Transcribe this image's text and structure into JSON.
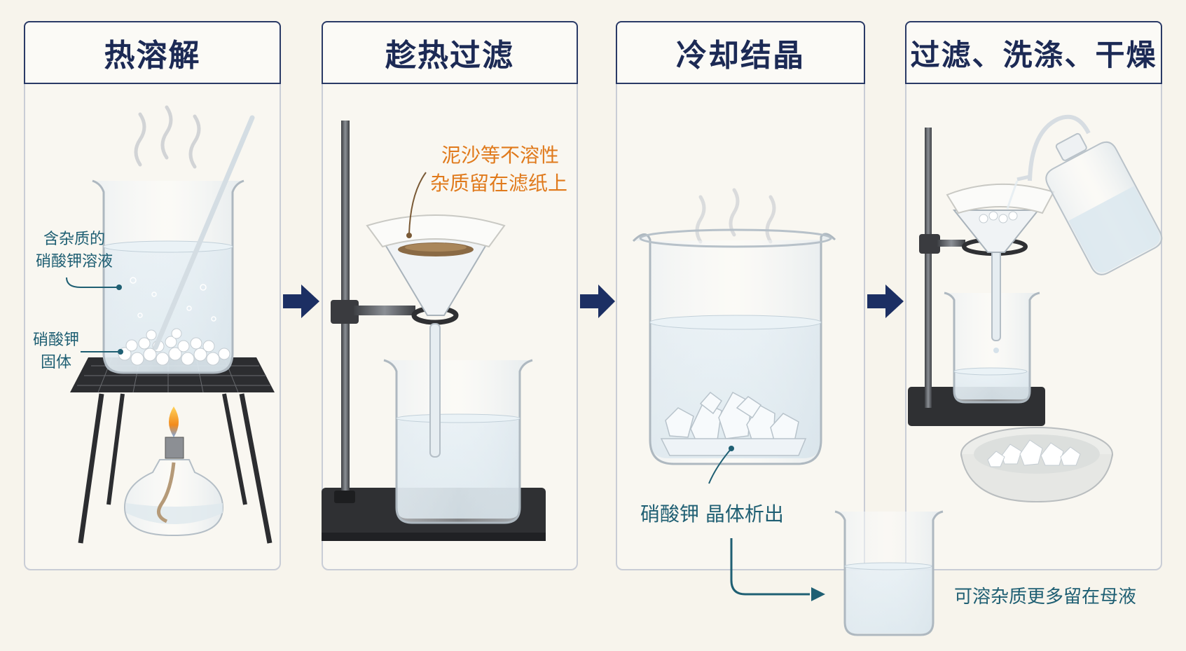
{
  "steps": [
    {
      "title": "热溶解"
    },
    {
      "title": "趁热过滤"
    },
    {
      "title": "冷却结晶"
    },
    {
      "title": "过滤、洗涤、干燥"
    }
  ],
  "labels": {
    "solution_line1": "含杂质的",
    "solution_line2": "硝酸钾溶液",
    "solid_line1": "硝酸钾",
    "solid_line2": "固体",
    "residue_line1": "泥沙等不溶性",
    "residue_line2": "杂质留在滤纸上",
    "crystals": "硝酸钾 晶体析出",
    "mother_liquor": "可溶杂质更多留在母液"
  },
  "colors": {
    "title_border": "#2a3a66",
    "arrow": "#1c2f63",
    "teal_label": "#1f5f73",
    "orange_label": "#e07a1c"
  }
}
